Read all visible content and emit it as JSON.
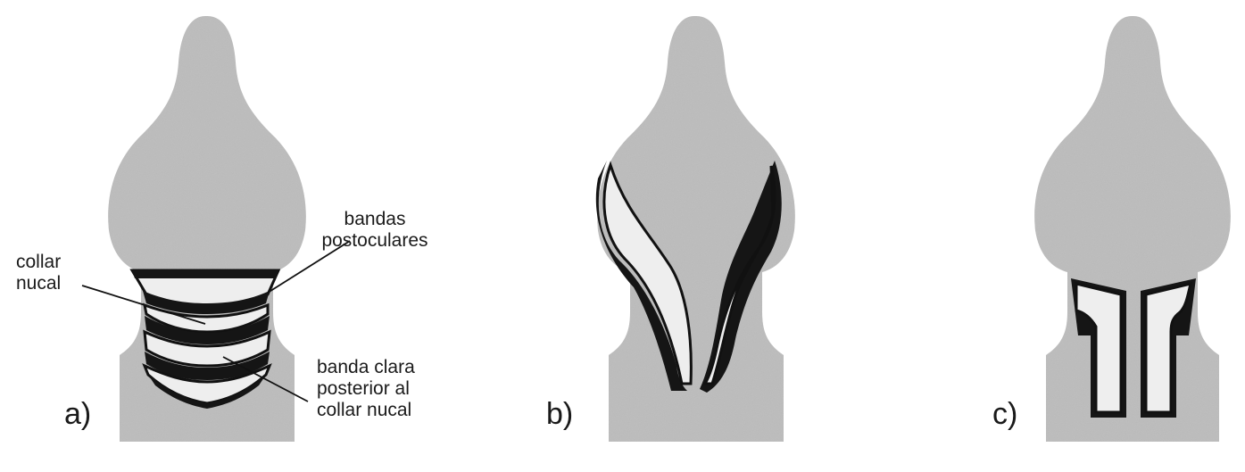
{
  "panels": [
    {
      "letter": "a)",
      "annotations": {
        "bandas_postoculares_line1": "bandas",
        "bandas_postoculares_line2": "postoculares",
        "collar_nucal_line1": "collar",
        "collar_nucal_line2": "nucal",
        "banda_clara_line1": "banda clara",
        "banda_clara_line2": "posterior al",
        "banda_clara_line3": "collar nucal"
      }
    },
    {
      "letter": "b)"
    },
    {
      "letter": "c)"
    }
  ],
  "colors": {
    "body_fill": "#b9b9b9",
    "light_band": "#eeeeee",
    "dark_band": "#151515"
  }
}
